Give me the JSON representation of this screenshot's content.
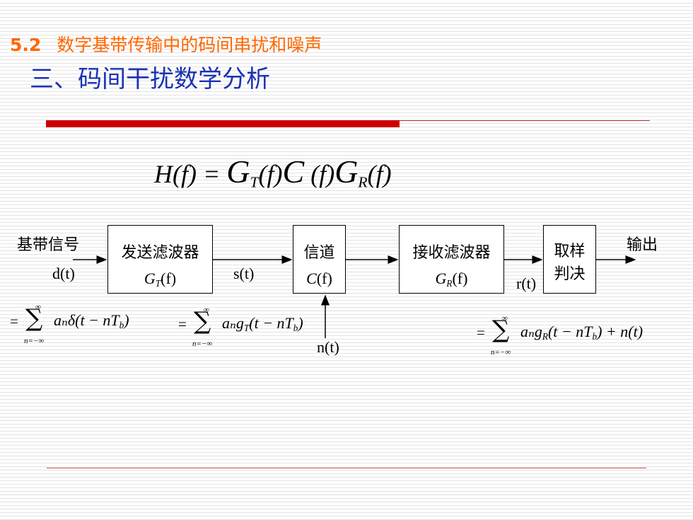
{
  "header": {
    "section_number": "5.2",
    "section_title": "数字基带传输中的码间串扰和噪声",
    "subtitle": "三、码间干扰数学分析"
  },
  "formula": {
    "lhs": "H(f) =",
    "gt": "G",
    "gt_sub": "T",
    "gt_arg": "(f)",
    "c": "C",
    "c_arg": " (f)",
    "gr": "G",
    "gr_sub": "R",
    "gr_arg": "(f)"
  },
  "diagram": {
    "input_label": "基带信号",
    "input_signal": "d(t)",
    "output_label": "输出",
    "tx_filter": {
      "label": "发送滤波器",
      "sym": "G",
      "sub": "T",
      "arg": "(f)"
    },
    "channel": {
      "label": "信道",
      "sym": "C",
      "arg": "(f)"
    },
    "rx_filter": {
      "label": "接收滤波器",
      "sym": "G",
      "sub": "R",
      "arg": "(f)"
    },
    "sampler": {
      "line1": "取样",
      "line2": "判决"
    },
    "s_signal": "s(t)",
    "r_signal": "r(t)",
    "noise_signal": "n(t)"
  },
  "equations": {
    "eq1": {
      "prefix": "=",
      "upper": "∞",
      "lower": "n=−∞",
      "body": "aₙδ(t − nT",
      "sub": "b",
      "tail": ")"
    },
    "eq2": {
      "prefix": "=",
      "upper": "∞",
      "lower": "n=−∞",
      "body": "aₙg",
      "gsub": "T",
      "body2": "(t − nT",
      "sub": "b",
      "tail": ")"
    },
    "eq3": {
      "prefix": "=",
      "upper": "∞",
      "lower": "n=−∞",
      "body": "aₙg",
      "gsub": "R",
      "body2": "(t − nT",
      "sub": "b",
      "tail": ") + n(t)"
    }
  }
}
